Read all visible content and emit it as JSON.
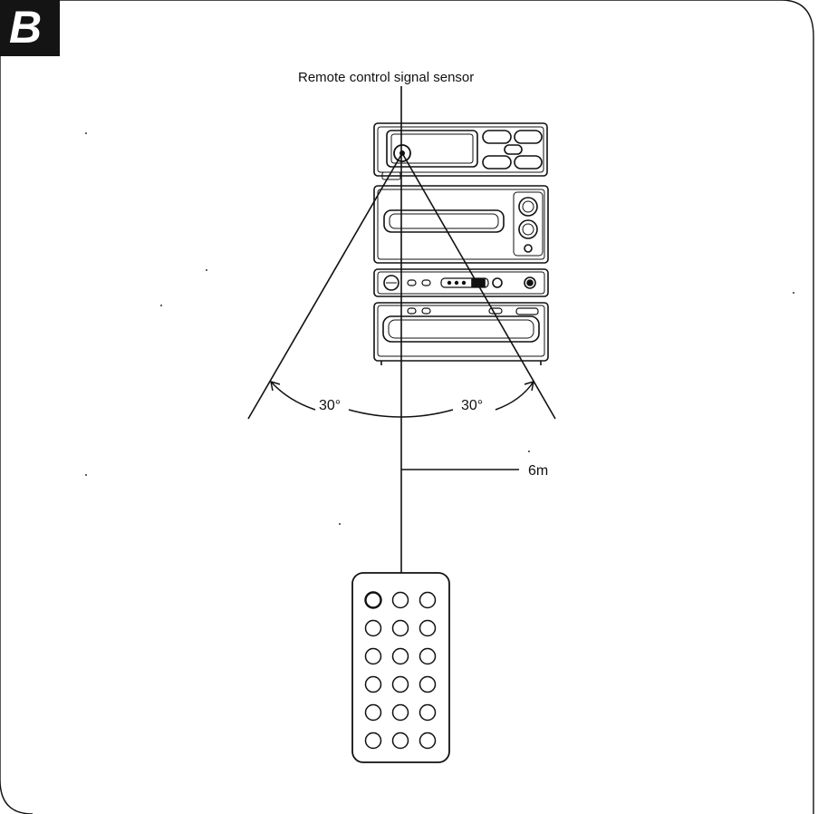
{
  "figure": {
    "panel_letter": "B",
    "sensor_label": "Remote control signal sensor",
    "angle_left": "30°",
    "angle_right": "30°",
    "distance": "6m"
  },
  "remote": {
    "button_rows": 6,
    "button_cols": 3
  },
  "colors": {
    "ink": "#111111",
    "badge_bg": "#141414",
    "badge_text": "#ffffff",
    "background": "#ffffff"
  }
}
